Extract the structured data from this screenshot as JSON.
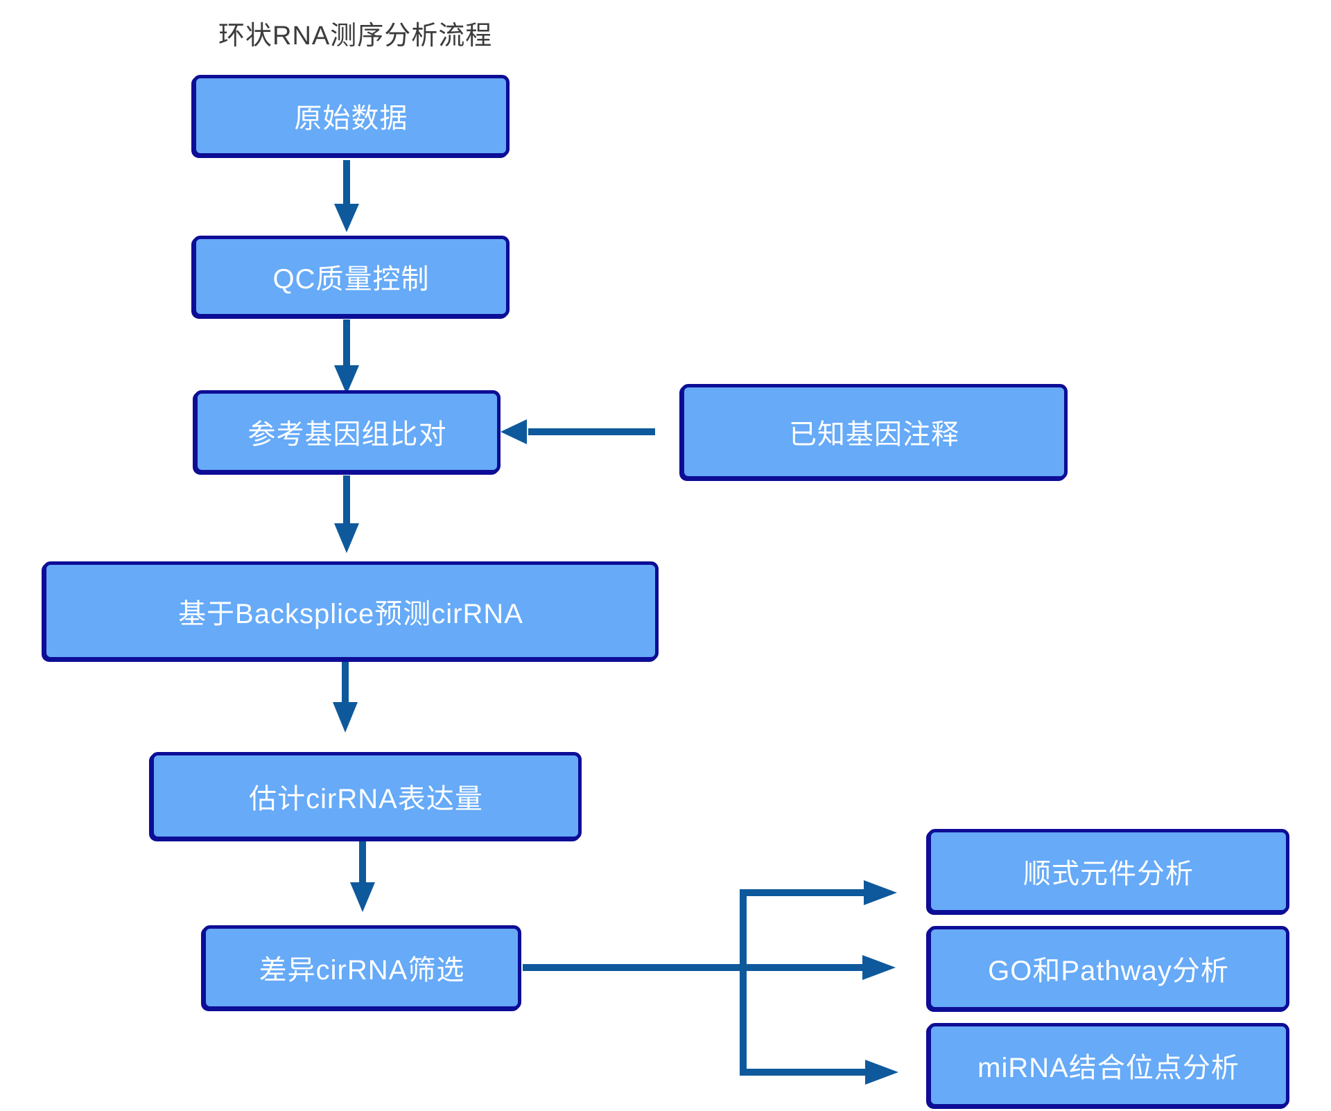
{
  "title": "环状RNA测序分析流程",
  "colors": {
    "box_fill": "#66aaf8",
    "box_border": "#0d0d96",
    "arrow": "#0e599c",
    "title_text": "#3c3c3c",
    "box_text": "#ffffff",
    "background": "#ffffff"
  },
  "nodes": [
    {
      "id": "raw",
      "label": "原始数据"
    },
    {
      "id": "qc",
      "label": "QC质量控制"
    },
    {
      "id": "align",
      "label": "参考基因组比对"
    },
    {
      "id": "annotation",
      "label": "已知基因注释"
    },
    {
      "id": "backsplice",
      "label": "基于Backsplice预测cirRNA"
    },
    {
      "id": "expression",
      "label": "估计cirRNA表达量"
    },
    {
      "id": "diff",
      "label": "差异cirRNA筛选"
    },
    {
      "id": "cis",
      "label": "顺式元件分析"
    },
    {
      "id": "go",
      "label": "GO和Pathway分析"
    },
    {
      "id": "mirna",
      "label": "miRNA结合位点分析"
    }
  ],
  "edges": [
    {
      "from": "raw",
      "to": "qc"
    },
    {
      "from": "qc",
      "to": "align"
    },
    {
      "from": "annotation",
      "to": "align"
    },
    {
      "from": "align",
      "to": "backsplice"
    },
    {
      "from": "backsplice",
      "to": "expression"
    },
    {
      "from": "expression",
      "to": "diff"
    },
    {
      "from": "diff",
      "to": "cis"
    },
    {
      "from": "diff",
      "to": "go"
    },
    {
      "from": "diff",
      "to": "mirna"
    }
  ]
}
